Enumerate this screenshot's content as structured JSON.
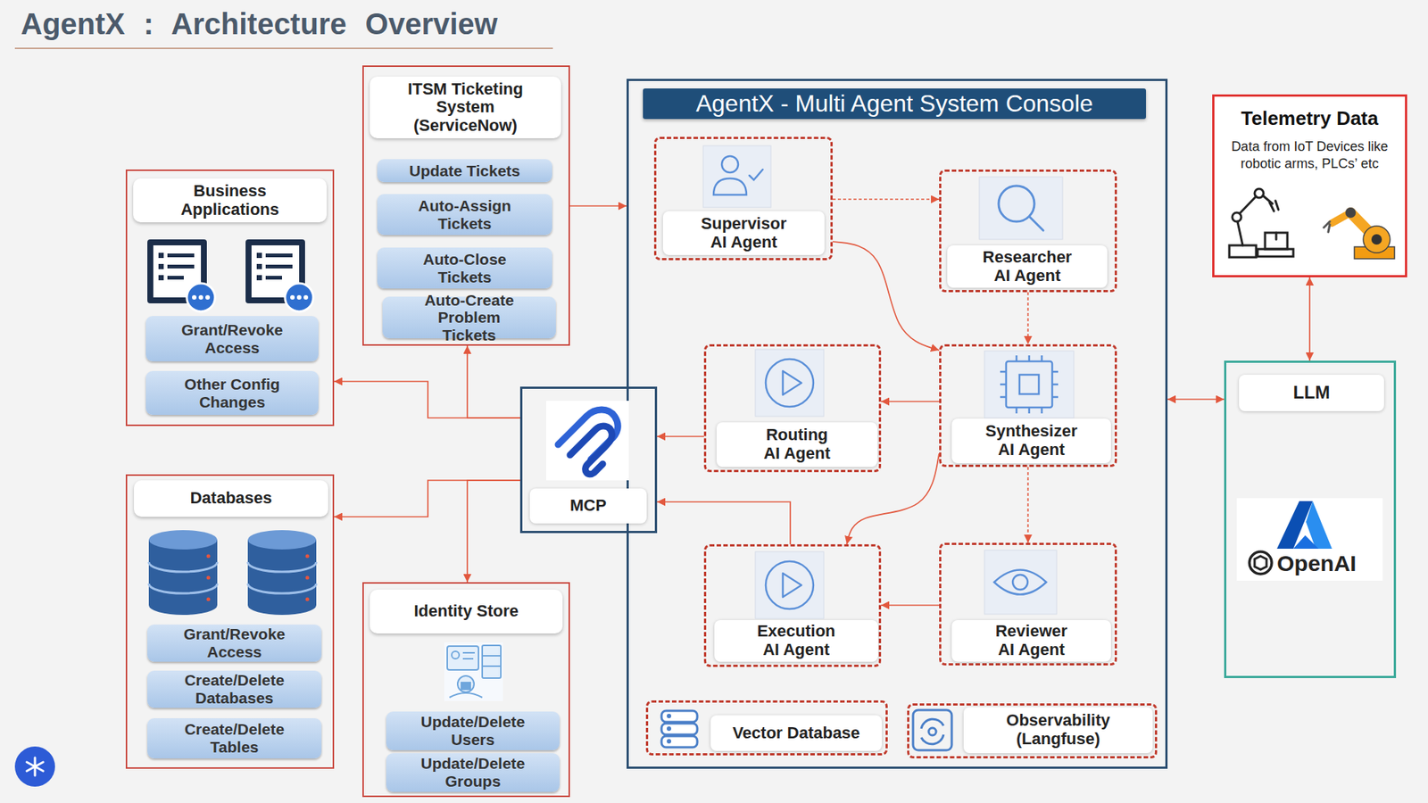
{
  "diagram": {
    "title": "AgentX : Architecture Overview",
    "nodes": [
      {
        "text": [
          "Business Applications"
        ]
      },
      {
        "text": [
          "Grant/Revoke Access"
        ],
        "in": 0
      },
      {
        "text": [
          "Other Config Changes"
        ],
        "in": 0
      },
      {
        "text": [
          "ITSM Ticketing System (ServiceNow)"
        ]
      },
      {
        "text": [
          "Update Tickets"
        ],
        "in": 3
      },
      {
        "text": [
          "Auto-Assign Tickets"
        ],
        "in": 3
      },
      {
        "text": [
          "Auto-Close Tickets"
        ],
        "in": 3
      },
      {
        "text": [
          "Auto-Create Problem Tickets"
        ],
        "in": 3
      },
      {
        "text": [
          "AgentX - Multi Agent System Console"
        ]
      },
      {
        "text": [
          "Supervisor AI Agent"
        ],
        "in": 8
      },
      {
        "text": [
          "Researcher AI Agent"
        ],
        "in": 8
      },
      {
        "text": [
          "Routing AI Agent"
        ],
        "in": 8
      },
      {
        "text": [
          "Synthesizer AI Agent"
        ],
        "in": 8
      },
      {
        "text": [
          "Execution AI Agent"
        ],
        "in": 8
      },
      {
        "text": [
          "Reviewer AI Agent"
        ],
        "in": 8
      },
      {
        "text": [
          "Vector Database"
        ],
        "in": 8
      },
      {
        "text": [
          "Observability (Langfuse)"
        ],
        "in": 8
      },
      {
        "text": [
          "Telemetry Data",
          "Data from IoT Devices like robotic arms, PLCs’ etc"
        ]
      },
      {
        "text": [
          "LLM",
          "OpenAI"
        ]
      },
      {
        "text": [
          "MCP"
        ]
      },
      {
        "text": [
          "Databases"
        ]
      },
      {
        "text": [
          "Grant/Revoke Access"
        ],
        "in": 20
      },
      {
        "text": [
          "Create/Delete Databases"
        ],
        "in": 20
      },
      {
        "text": [
          "Create/Delete Tables"
        ],
        "in": 20
      },
      {
        "text": [
          "Identity Store"
        ]
      },
      {
        "text": [
          "Update/Delete Users"
        ],
        "in": 24
      },
      {
        "text": [
          "Update/Delete Groups"
        ],
        "in": 24
      }
    ],
    "edges": [
      {
        "from": 3,
        "to": 8,
        "arrow": "to"
      },
      {
        "from": 9,
        "to": 10,
        "arrow": "to"
      },
      {
        "from": 9,
        "to": 12,
        "arrow": "to"
      },
      {
        "from": 10,
        "to": 12,
        "arrow": "to"
      },
      {
        "from": 12,
        "to": 11,
        "arrow": "to"
      },
      {
        "from": 12,
        "to": 13,
        "arrow": "to"
      },
      {
        "from": 12,
        "to": 14,
        "arrow": "to"
      },
      {
        "from": 14,
        "to": 13,
        "arrow": "to"
      },
      {
        "from": 11,
        "to": 19,
        "arrow": "to"
      },
      {
        "from": 13,
        "to": 19,
        "arrow": "to"
      },
      {
        "from": 19,
        "to": 0,
        "arrow": "to"
      },
      {
        "from": 19,
        "to": 3,
        "arrow": "to"
      },
      {
        "from": 19,
        "to": 20,
        "arrow": "to"
      },
      {
        "from": 19,
        "to": 24,
        "arrow": "to"
      },
      {
        "from": 8,
        "to": 18,
        "arrow": "both"
      },
      {
        "from": 17,
        "to": 18,
        "arrow": "both"
      }
    ]
  }
}
